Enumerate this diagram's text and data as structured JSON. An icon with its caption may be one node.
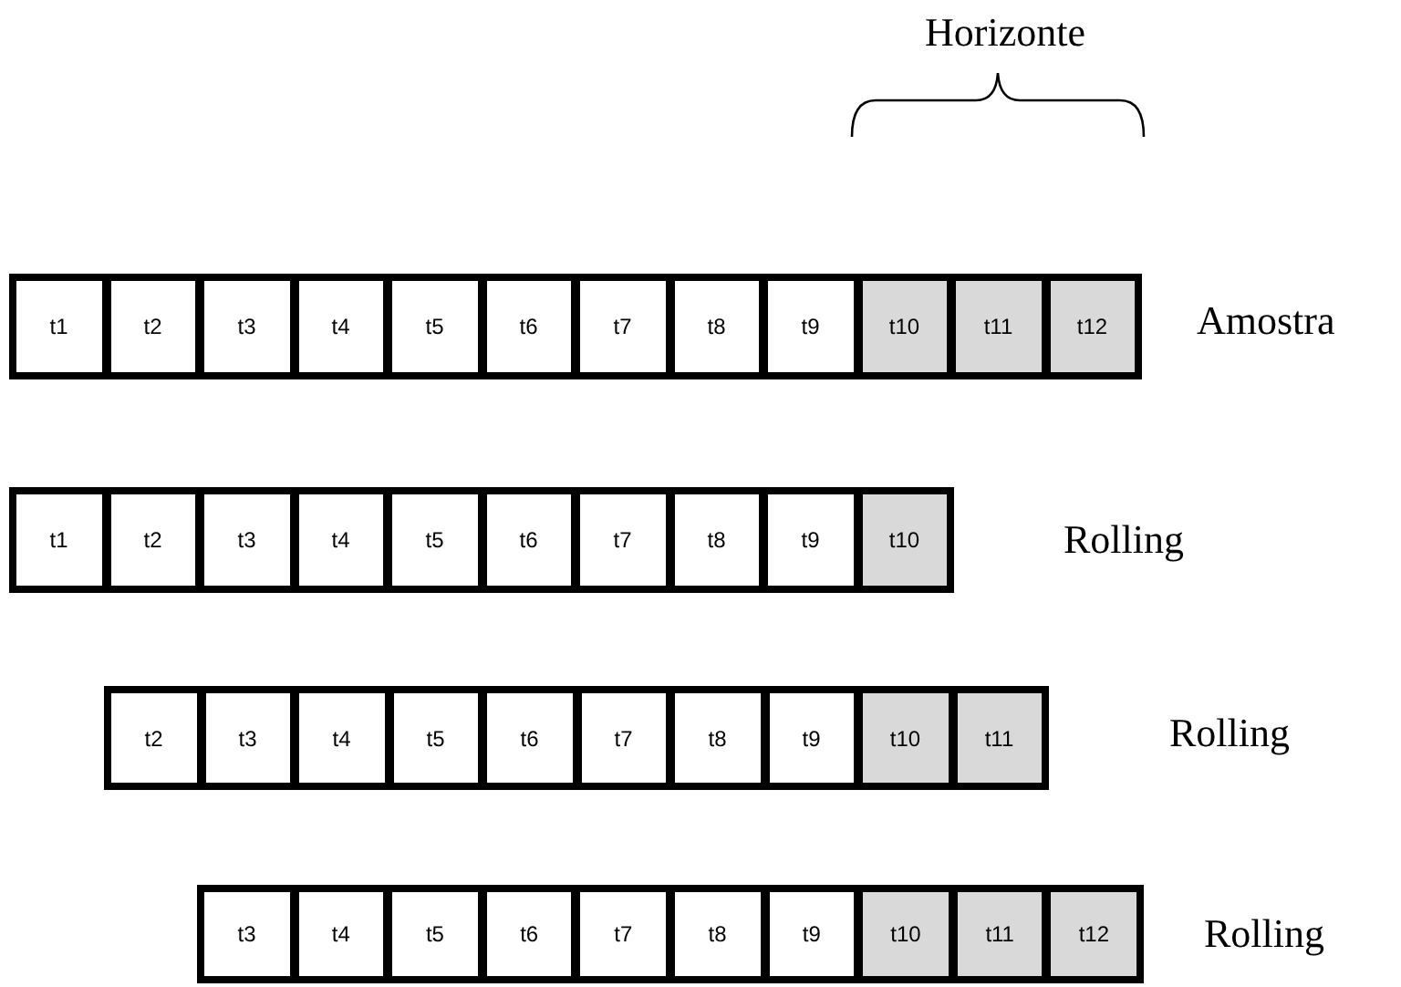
{
  "diagram": {
    "nodes": [
      {
        "text": [],
        "shape": "bar",
        "beside": [
          "Amostra"
        ]
      },
      {
        "text": [
          "t1"
        ],
        "in": 0
      },
      {
        "text": [
          "t2"
        ],
        "in": 0
      },
      {
        "text": [
          "t3"
        ],
        "in": 0
      },
      {
        "text": [
          "t4"
        ],
        "in": 0
      },
      {
        "text": [
          "t5"
        ],
        "in": 0
      },
      {
        "text": [
          "t6"
        ],
        "in": 0
      },
      {
        "text": [
          "t7"
        ],
        "in": 0
      },
      {
        "text": [
          "t8"
        ],
        "in": 0
      },
      {
        "text": [
          "t9"
        ],
        "in": 0
      },
      {
        "text": [
          "t10"
        ],
        "in": 0
      },
      {
        "text": [
          "t11"
        ],
        "in": 0
      },
      {
        "text": [
          "t12"
        ],
        "in": 0
      },
      {
        "text": [],
        "shape": "bar",
        "beside": [
          "Rolling"
        ]
      },
      {
        "text": [
          "t1"
        ],
        "in": 13
      },
      {
        "text": [
          "t2"
        ],
        "in": 13
      },
      {
        "text": [
          "t3"
        ],
        "in": 13
      },
      {
        "text": [
          "t4"
        ],
        "in": 13
      },
      {
        "text": [
          "t5"
        ],
        "in": 13
      },
      {
        "text": [
          "t6"
        ],
        "in": 13
      },
      {
        "text": [
          "t7"
        ],
        "in": 13
      },
      {
        "text": [
          "t8"
        ],
        "in": 13
      },
      {
        "text": [
          "t9"
        ],
        "in": 13
      },
      {
        "text": [
          "t10"
        ],
        "in": 13
      },
      {
        "text": [],
        "shape": "bar",
        "beside": [
          "Rolling"
        ]
      },
      {
        "text": [
          "t2"
        ],
        "in": 24
      },
      {
        "text": [
          "t3"
        ],
        "in": 24
      },
      {
        "text": [
          "t4"
        ],
        "in": 24
      },
      {
        "text": [
          "t5"
        ],
        "in": 24
      },
      {
        "text": [
          "t6"
        ],
        "in": 24
      },
      {
        "text": [
          "t7"
        ],
        "in": 24
      },
      {
        "text": [
          "t8"
        ],
        "in": 24
      },
      {
        "text": [
          "t9"
        ],
        "in": 24
      },
      {
        "text": [
          "t10"
        ],
        "in": 24
      },
      {
        "text": [
          "t11"
        ],
        "in": 24
      },
      {
        "text": [],
        "shape": "bar",
        "beside": [
          "Rolling"
        ]
      },
      {
        "text": [
          "t3"
        ],
        "in": 35
      },
      {
        "text": [
          "t4"
        ],
        "in": 35
      },
      {
        "text": [
          "t5"
        ],
        "in": 35
      },
      {
        "text": [
          "t6"
        ],
        "in": 35
      },
      {
        "text": [
          "t7"
        ],
        "in": 35
      },
      {
        "text": [
          "t8"
        ],
        "in": 35
      },
      {
        "text": [
          "t9"
        ],
        "in": 35
      },
      {
        "text": [
          "t10"
        ],
        "in": 35
      },
      {
        "text": [
          "t11"
        ],
        "in": 35
      },
      {
        "text": [
          "t12"
        ],
        "in": 35
      }
    ],
    "labels": [
      "Horizonte"
    ]
  }
}
